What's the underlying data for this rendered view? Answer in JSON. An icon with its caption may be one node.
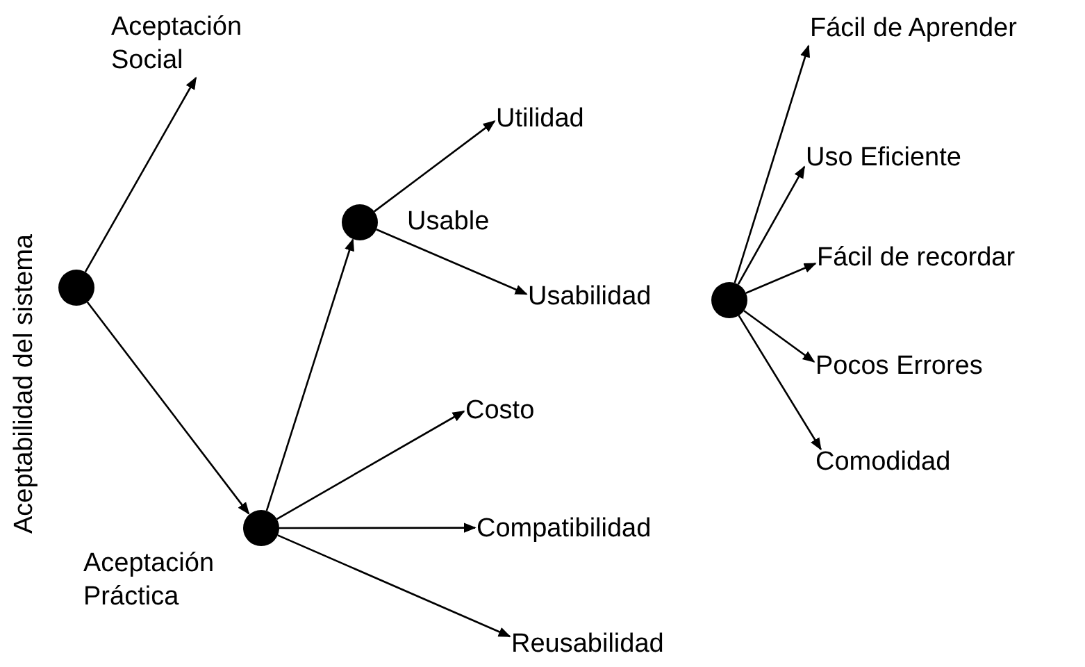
{
  "diagram": {
    "nodes": [
      {
        "text": [],
        "shape": "circle",
        "beside": [
          "Aceptabilidad del sistema"
        ]
      },
      {
        "text": [
          "Aceptación Social"
        ]
      },
      {
        "text": [],
        "shape": "circle",
        "beside": [
          "Aceptación Práctica"
        ]
      },
      {
        "text": [],
        "shape": "circle",
        "beside": [
          "Usable"
        ]
      },
      {
        "text": [
          "Utilidad"
        ]
      },
      {
        "text": [
          "Usabilidad"
        ]
      },
      {
        "text": [],
        "shape": "circle"
      },
      {
        "text": [
          "Fácil de Aprender"
        ]
      },
      {
        "text": [
          "Uso Eficiente"
        ]
      },
      {
        "text": [
          "Fácil de recordar"
        ]
      },
      {
        "text": [
          "Pocos Errores"
        ]
      },
      {
        "text": [
          "Comodidad"
        ]
      },
      {
        "text": [
          "Costo"
        ]
      },
      {
        "text": [
          "Compatibilidad"
        ]
      },
      {
        "text": [
          "Reusabilidad"
        ]
      }
    ],
    "edges": [
      {
        "from": 0,
        "to": 1,
        "arrow": "to"
      },
      {
        "from": 0,
        "to": 2,
        "arrow": "to"
      },
      {
        "from": 2,
        "to": 3,
        "arrow": "to"
      },
      {
        "from": 3,
        "to": 4,
        "arrow": "to"
      },
      {
        "from": 3,
        "to": 5,
        "arrow": "to"
      },
      {
        "from": 6,
        "to": 7,
        "arrow": "to"
      },
      {
        "from": 6,
        "to": 8,
        "arrow": "to"
      },
      {
        "from": 6,
        "to": 9,
        "arrow": "to"
      },
      {
        "from": 6,
        "to": 10,
        "arrow": "to"
      },
      {
        "from": 6,
        "to": 11,
        "arrow": "to"
      },
      {
        "from": 2,
        "to": 12,
        "arrow": "to"
      },
      {
        "from": 2,
        "to": 13,
        "arrow": "to"
      },
      {
        "from": 2,
        "to": 14,
        "arrow": "to"
      }
    ]
  }
}
